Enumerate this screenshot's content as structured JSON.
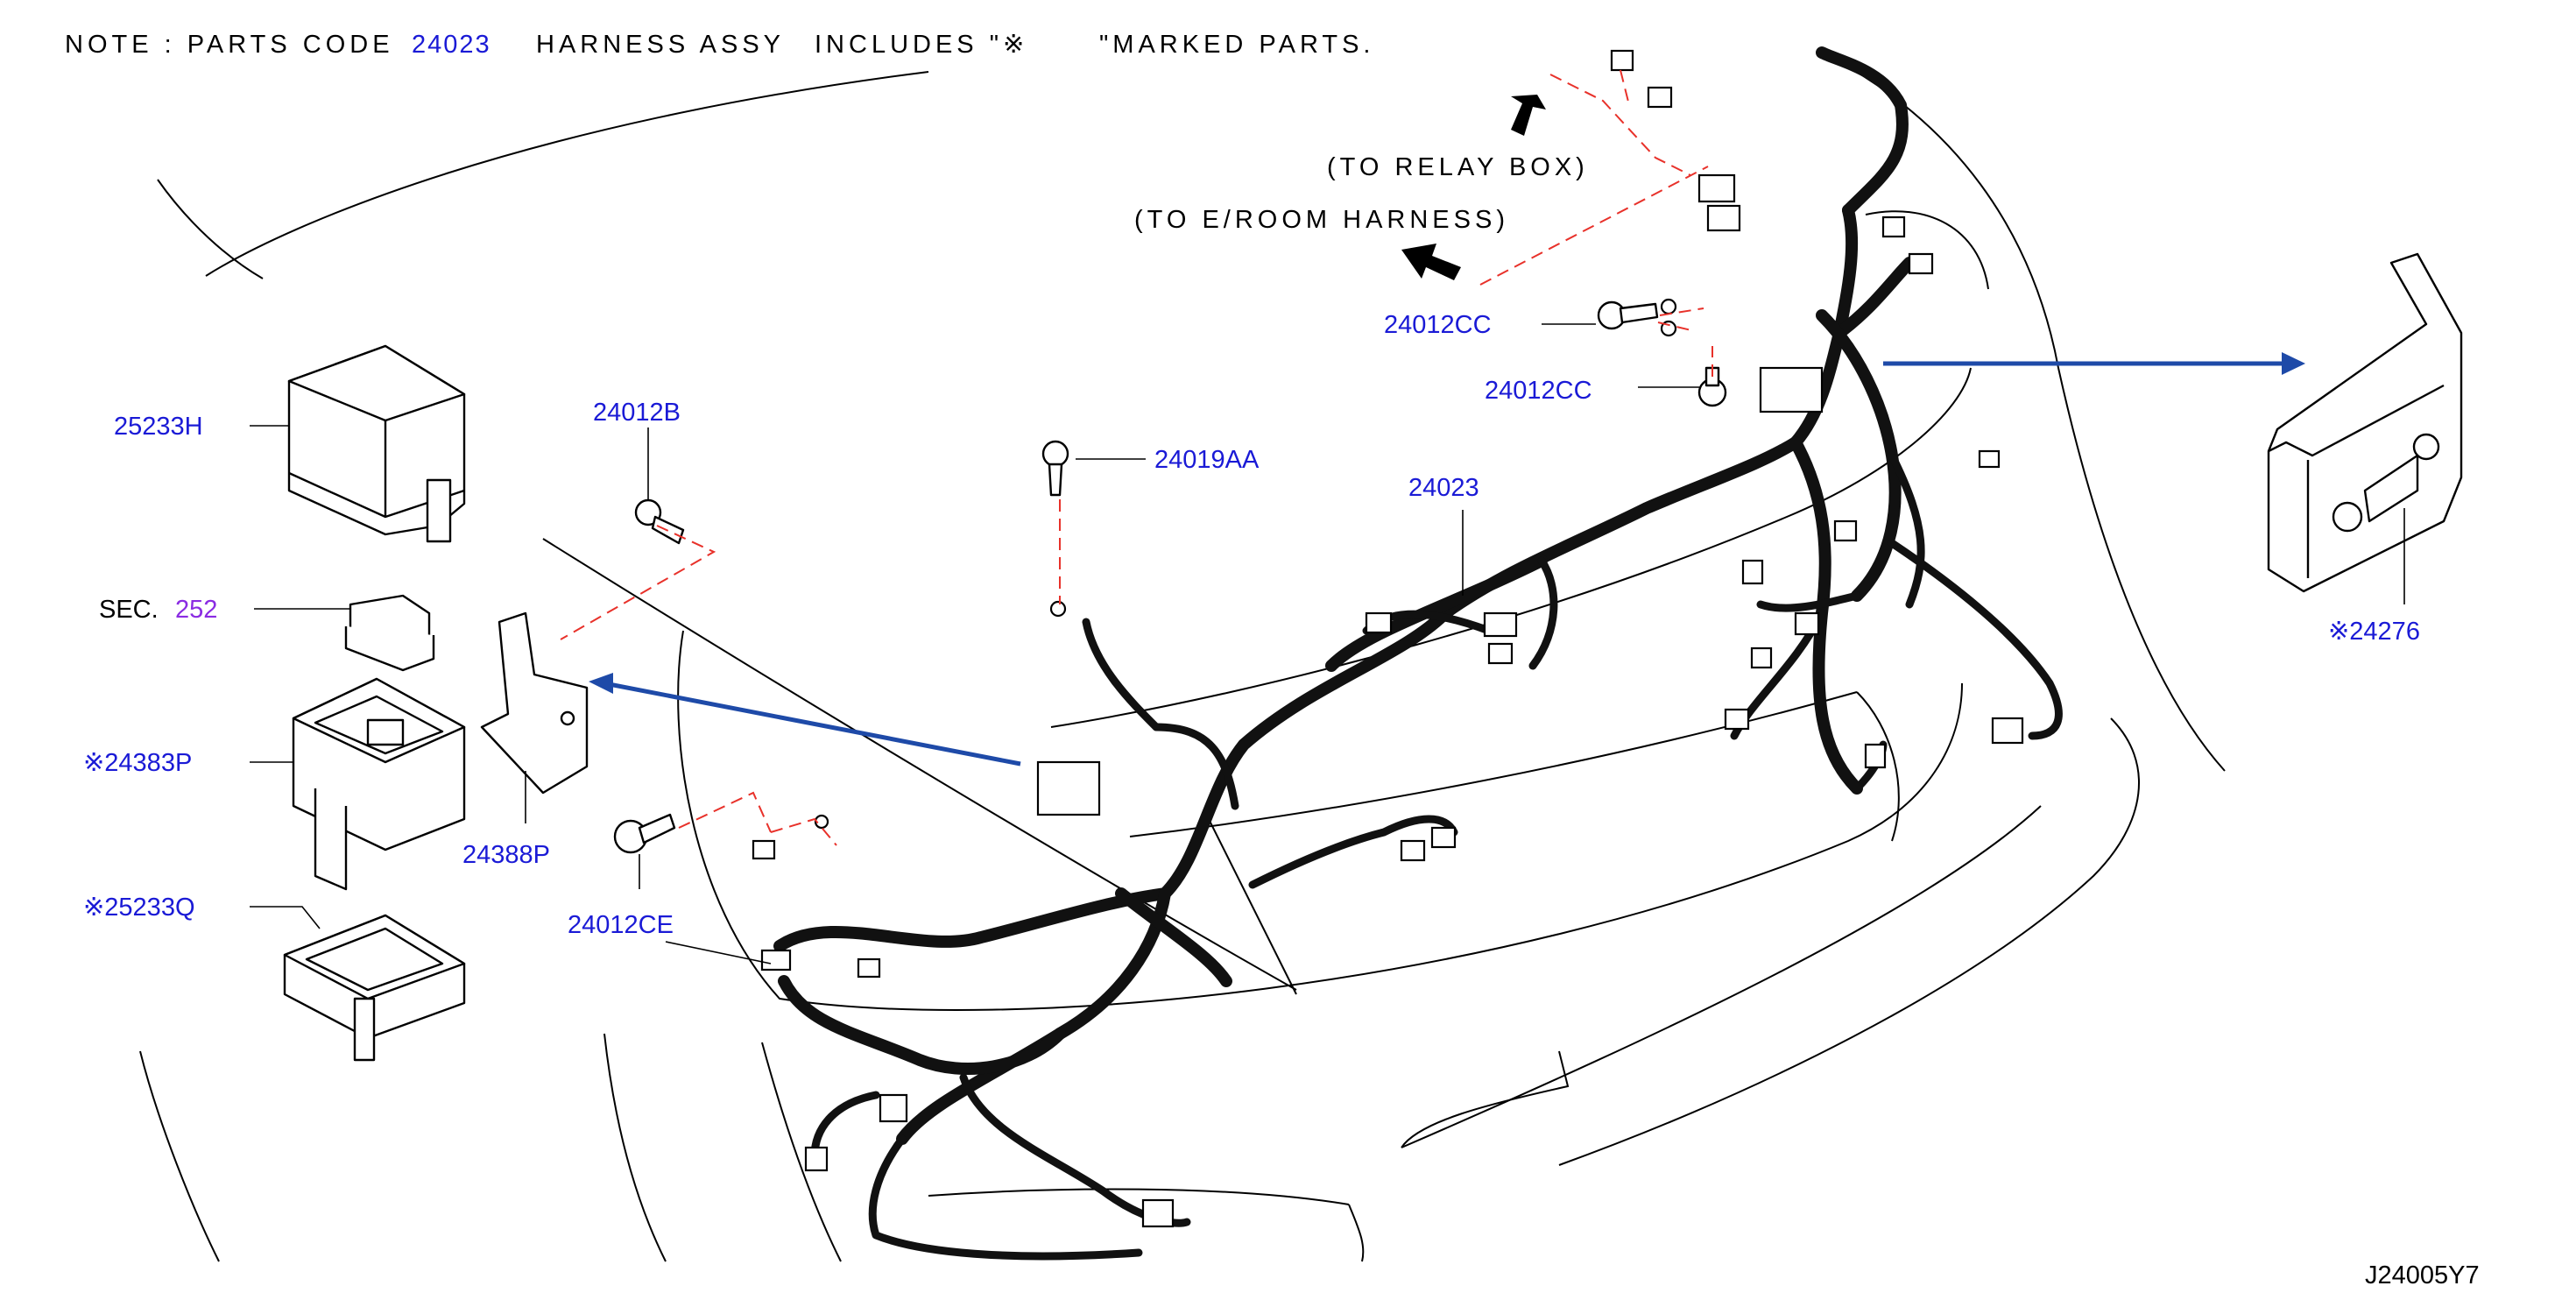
{
  "note": {
    "prefix": "NOTE : PARTS CODE",
    "code": "24023",
    "middle": "HARNESS ASSY",
    "includes": "INCLUDES \"※",
    "suffix": "\"MARKED PARTS."
  },
  "directions": {
    "relay_box": "(TO RELAY BOX)",
    "eroom_harness": "(TO E/ROOM HARNESS)"
  },
  "labels": {
    "p25233H": "25233H",
    "sec_prefix": "SEC.",
    "sec_num": "252",
    "p24383P": "※24383P",
    "p25233Q": "※25233Q",
    "p24012B": "24012B",
    "p24388P": "24388P",
    "p24012CE": "24012CE",
    "p24019AA": "24019AA",
    "p24023": "24023",
    "p24012CC_a": "24012CC",
    "p24012CC_b": "24012CC",
    "p24276": "※24276"
  },
  "diagram_code": "J24005Y7",
  "colors": {
    "part_code": "#1a1ad6",
    "section_ref": "#8a2be2",
    "dashed_leader": "#e8312a",
    "callout_arrow": "#1e4aa8"
  }
}
